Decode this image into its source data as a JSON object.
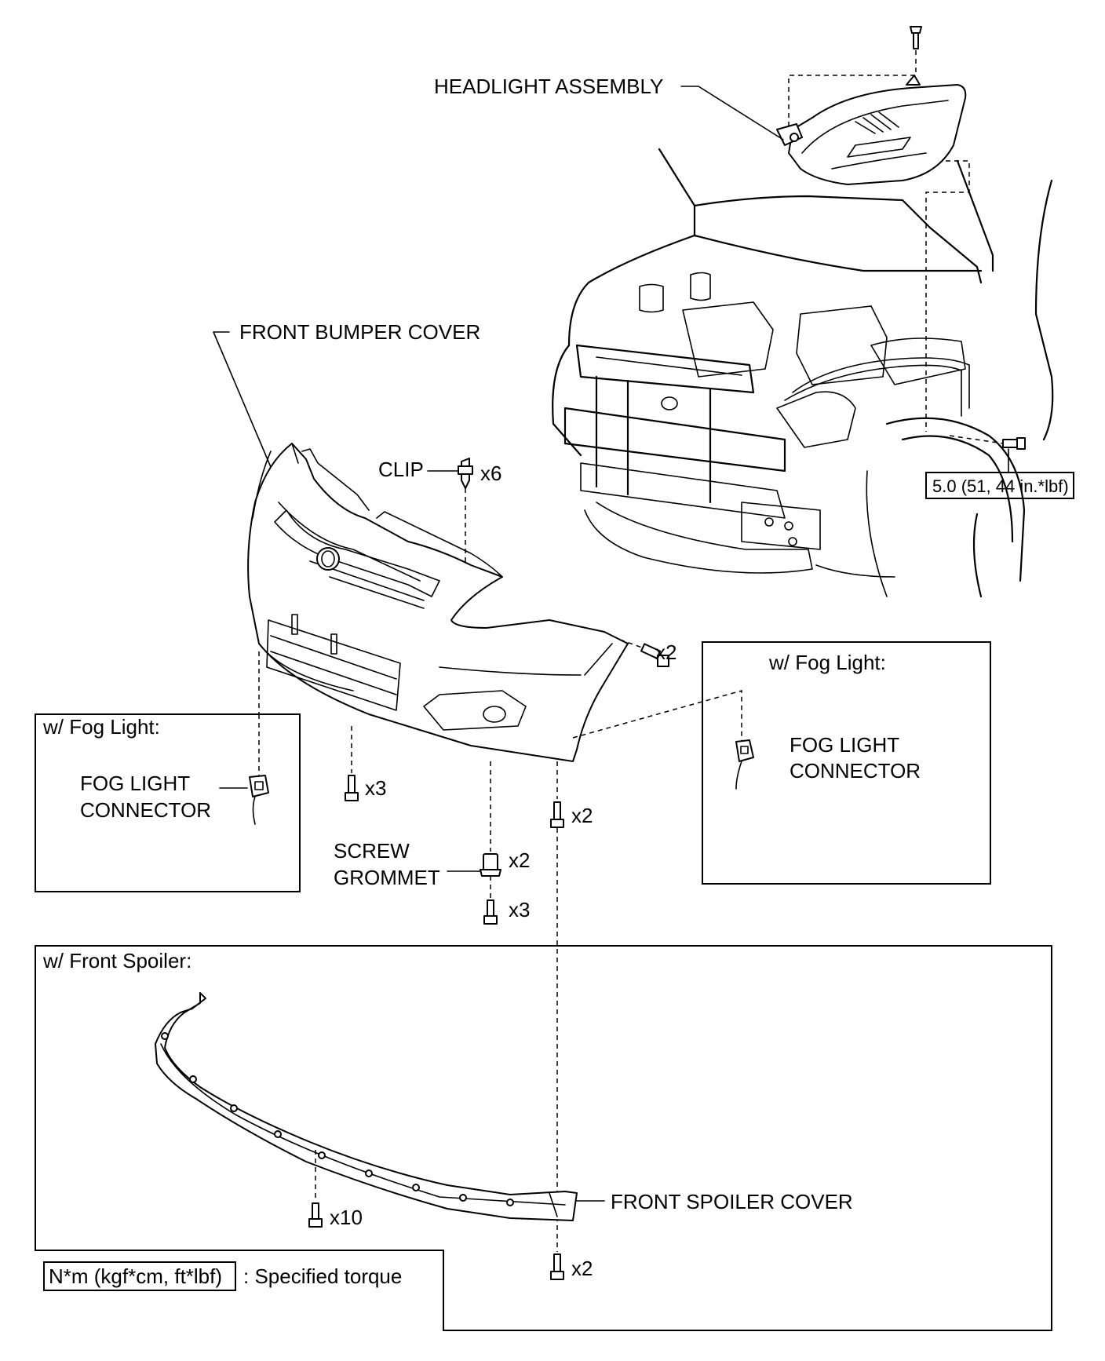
{
  "labels": {
    "headlight_assembly": "HEADLIGHT ASSEMBLY",
    "front_bumper_cover": "FRONT BUMPER COVER",
    "clip": "CLIP",
    "clip_qty": "x6",
    "bumper_side_qty": "x2",
    "fog_left_title": "w/ Fog Light:",
    "fog_left_line1": "FOG LIGHT",
    "fog_left_line2": "CONNECTOR",
    "fog_right_title": "w/ Fog Light:",
    "fog_right_line1": "FOG LIGHT",
    "fog_right_line2": "CONNECTOR",
    "lower_left_qty": "x3",
    "lower_right_qty": "x2",
    "screw_grommet_line1": "SCREW",
    "screw_grommet_line2": "GROMMET",
    "grommet_qty": "x2",
    "grommet_screw_qty": "x3",
    "torque_value": "5.0 (51, 44 in.*lbf)",
    "spoiler_title": "w/ Front Spoiler:",
    "front_spoiler_cover": "FRONT SPOILER COVER",
    "spoiler_qty": "x10",
    "spoiler_end_qty": "x2",
    "legend_unit": "N*m (kgf*cm, ft*lbf)",
    "legend_text": ": Specified torque"
  }
}
